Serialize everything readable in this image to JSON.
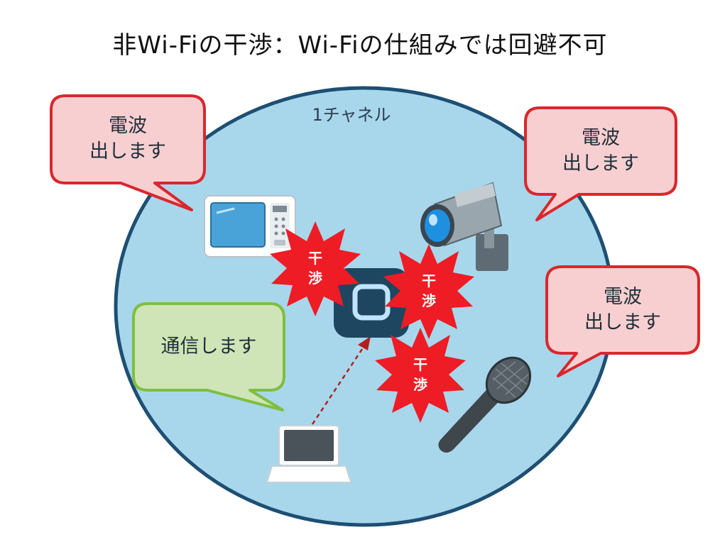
{
  "title": "非Wi-Fiの干渉：Wi-Fiの仕組みでは回避不可",
  "channel_label": "1チャネル",
  "bubbles": {
    "microwave": [
      "電波",
      "出します"
    ],
    "camera": [
      "電波",
      "出します"
    ],
    "microphone": [
      "電波",
      "出します"
    ],
    "laptop": "通信します"
  },
  "interference": [
    "干",
    "渉"
  ],
  "colors": {
    "circle_fill": "#a8d7ec",
    "circle_stroke": "#1e4f73",
    "red_bubble_fill": "#f8cfd0",
    "red_bubble_stroke": "#d8282d",
    "green_bubble_fill": "#cfe5b8",
    "green_bubble_stroke": "#7fbf3f",
    "burst": "#ee1c25",
    "access_point": "#1f4661"
  }
}
